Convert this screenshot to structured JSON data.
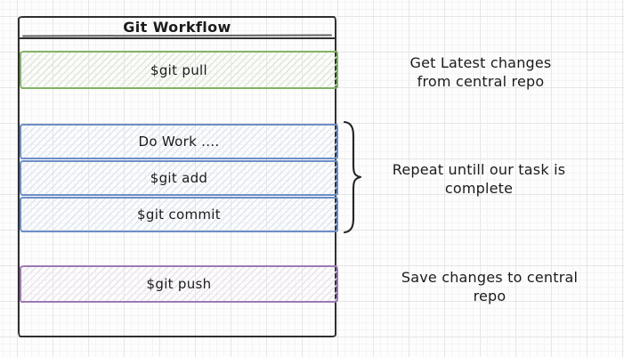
{
  "diagram": {
    "title": "Git Workflow",
    "steps": [
      {
        "id": "pull",
        "label": "$git pull",
        "color": "green"
      },
      {
        "id": "work",
        "label": "Do Work ....",
        "color": "blue"
      },
      {
        "id": "add",
        "label": "$git add",
        "color": "blue"
      },
      {
        "id": "commit",
        "label": "$git commit",
        "color": "blue"
      },
      {
        "id": "push",
        "label": "$git push",
        "color": "purple"
      }
    ],
    "annotations": [
      {
        "id": "pull-note",
        "lines": [
          "Get Latest changes",
          "from central repo"
        ]
      },
      {
        "id": "repeat-note",
        "lines": [
          "Repeat untill our task is",
          "complete"
        ]
      },
      {
        "id": "push-note",
        "lines": [
          "Save changes to central",
          "repo"
        ]
      }
    ],
    "colors": {
      "outline": "#2f2f2f",
      "text": "#1b1b1b",
      "green_border": "#84b266",
      "green_hatch": "#dce9d2",
      "blue_border": "#6d8ec6",
      "blue_hatch": "#dde6f3",
      "purple_border": "#9c7ab3",
      "purple_hatch": "#ebe2f0",
      "grid_major": "#e6e6e6",
      "grid_minor": "#f4f4f4"
    }
  }
}
